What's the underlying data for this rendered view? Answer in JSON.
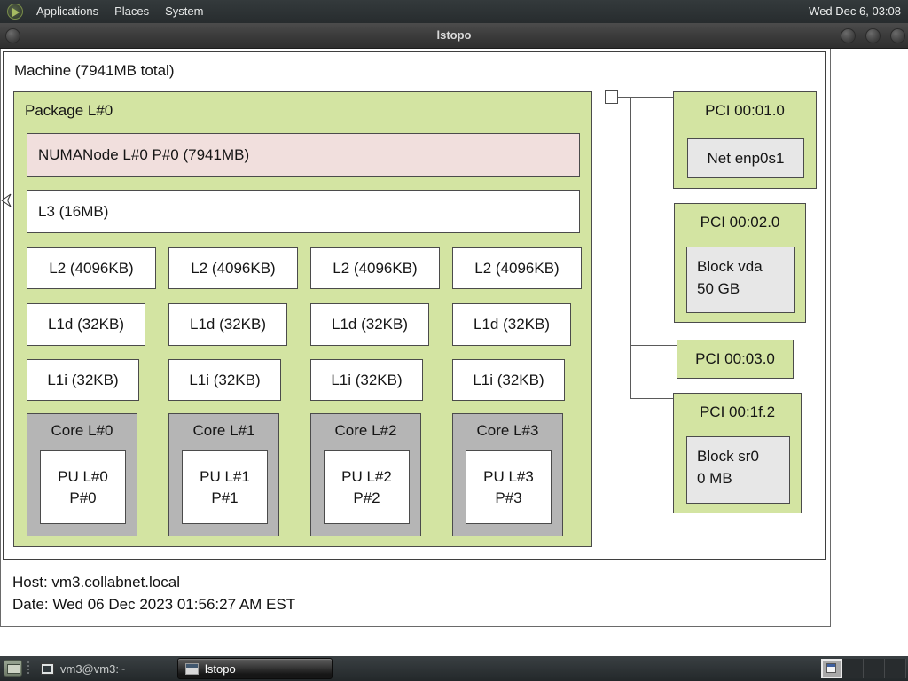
{
  "top_panel": {
    "menus": [
      {
        "label": "Applications"
      },
      {
        "label": "Places"
      },
      {
        "label": "System"
      }
    ],
    "clock": "Wed Dec 6, 03:08"
  },
  "window": {
    "title": "lstopo"
  },
  "topology": {
    "machine_label": "Machine (7941MB total)",
    "package": {
      "label": "Package L#0",
      "numanode": "NUMANode L#0 P#0 (7941MB)",
      "l3": "L3 (16MB)",
      "l2": [
        "L2 (4096KB)",
        "L2 (4096KB)",
        "L2 (4096KB)",
        "L2 (4096KB)"
      ],
      "l1d": [
        "L1d (32KB)",
        "L1d (32KB)",
        "L1d (32KB)",
        "L1d (32KB)"
      ],
      "l1i": [
        "L1i (32KB)",
        "L1i (32KB)",
        "L1i (32KB)",
        "L1i (32KB)"
      ],
      "cores": [
        {
          "label": "Core L#0",
          "pu1": "PU L#0",
          "pu2": "P#0"
        },
        {
          "label": "Core L#1",
          "pu1": "PU L#1",
          "pu2": "P#1"
        },
        {
          "label": "Core L#2",
          "pu1": "PU L#2",
          "pu2": "P#2"
        },
        {
          "label": "Core L#3",
          "pu1": "PU L#3",
          "pu2": "P#3"
        }
      ]
    },
    "pci": [
      {
        "label": "PCI 00:01.0",
        "dev1": "Net enp0s1"
      },
      {
        "label": "PCI 00:02.0",
        "dev1": "Block vda",
        "dev2": "50 GB"
      },
      {
        "label": "PCI 00:03.0"
      },
      {
        "label": "PCI 00:1f.2",
        "dev1": "Block sr0",
        "dev2": "0 MB"
      }
    ],
    "legend": {
      "host": "Host: vm3.collabnet.local",
      "date": "Date: Wed 06 Dec 2023 01:56:27 AM EST"
    }
  },
  "taskbar": {
    "items": [
      {
        "label": "vm3@vm3:~"
      },
      {
        "label": "lstopo"
      }
    ]
  },
  "colors": {
    "package_green": "#d3e4a2",
    "numanode_pink": "#f1dfdd",
    "core_gray": "#b5b5b5",
    "device_gray": "#e7e7e7",
    "panel_dark": "#2c3133"
  }
}
